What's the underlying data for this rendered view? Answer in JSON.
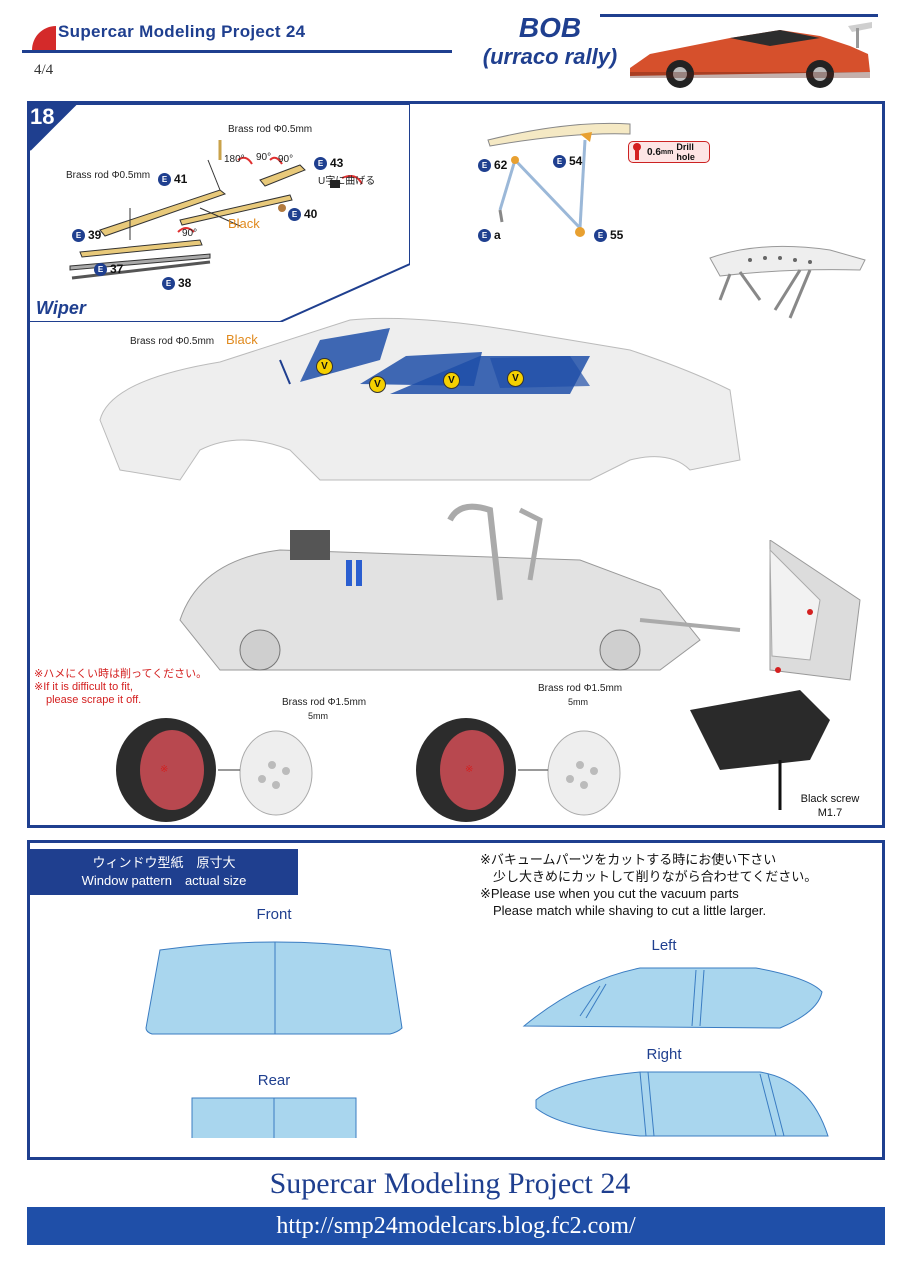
{
  "header": {
    "project_title": "Supercar Modeling Project 24",
    "page_number": "4/4",
    "model_name": "BOB",
    "model_subtitle": "(urraco rally)"
  },
  "step": {
    "number": "18",
    "wiper_label": "Wiper",
    "wiper_parts": {
      "brass_rod_top": "Brass rod Φ0.5mm",
      "brass_rod_left": "Brass rod Φ0.5mm",
      "angle_180": "180°",
      "angle_90a": "90°",
      "angle_90b": "90°",
      "angle_90c": "90°",
      "bend_note": "U字に曲げる",
      "black": "Black",
      "p41": "41",
      "p43": "43",
      "p40": "40",
      "p39": "39",
      "p37": "37",
      "p38": "38"
    },
    "wing_parts": {
      "p62": "62",
      "p54": "54",
      "p55": "55",
      "pa": "a",
      "drill_note": "0.6mm Drill hole",
      "drill_size": "0.6",
      "drill_unit": "mm",
      "drill_text": "Drill hole"
    },
    "body_labels": {
      "brass_rod": "Brass rod Φ0.5mm",
      "black": "Black",
      "v_mark": "V"
    },
    "chassis_labels": {
      "note_jp": "※ハメにくい時は削ってください。",
      "note_en1": "※If it is difficult to fit,",
      "note_en2": "please scrape it off.",
      "brass_rod_left": "Brass rod Φ1.5mm",
      "len_left": "5mm",
      "brass_rod_right": "Brass rod Φ1.5mm",
      "len_right": "5mm",
      "tire_mark": "※",
      "screw_label1": "Black screw",
      "screw_label2": "M1.7"
    }
  },
  "window_pattern": {
    "title_jp": "ウィンドウ型紙　原寸大",
    "title_en": "Window pattern　actual size",
    "instructions": [
      "※バキュームパーツをカットする時にお使い下さい",
      "　少し大きめにカットして削りながら合わせてください。",
      "※Please use when you cut the vacuum parts",
      "　Please match while shaving to cut a little larger."
    ],
    "labels": {
      "front": "Front",
      "rear": "Rear",
      "left": "Left",
      "right": "Right"
    },
    "pattern_color": "#a9d6ee",
    "outline_color": "#3a7cc2"
  },
  "footer": {
    "title": "Supercar Modeling Project 24",
    "url": "http://smp24modelcars.blog.fc2.com/"
  },
  "colors": {
    "brand_blue": "#1f3f8f",
    "footer_blue": "#1f4fa8",
    "accent_orange": "#e08a1e",
    "note_red": "#d42020",
    "v_badge_yellow": "#f5d000"
  }
}
